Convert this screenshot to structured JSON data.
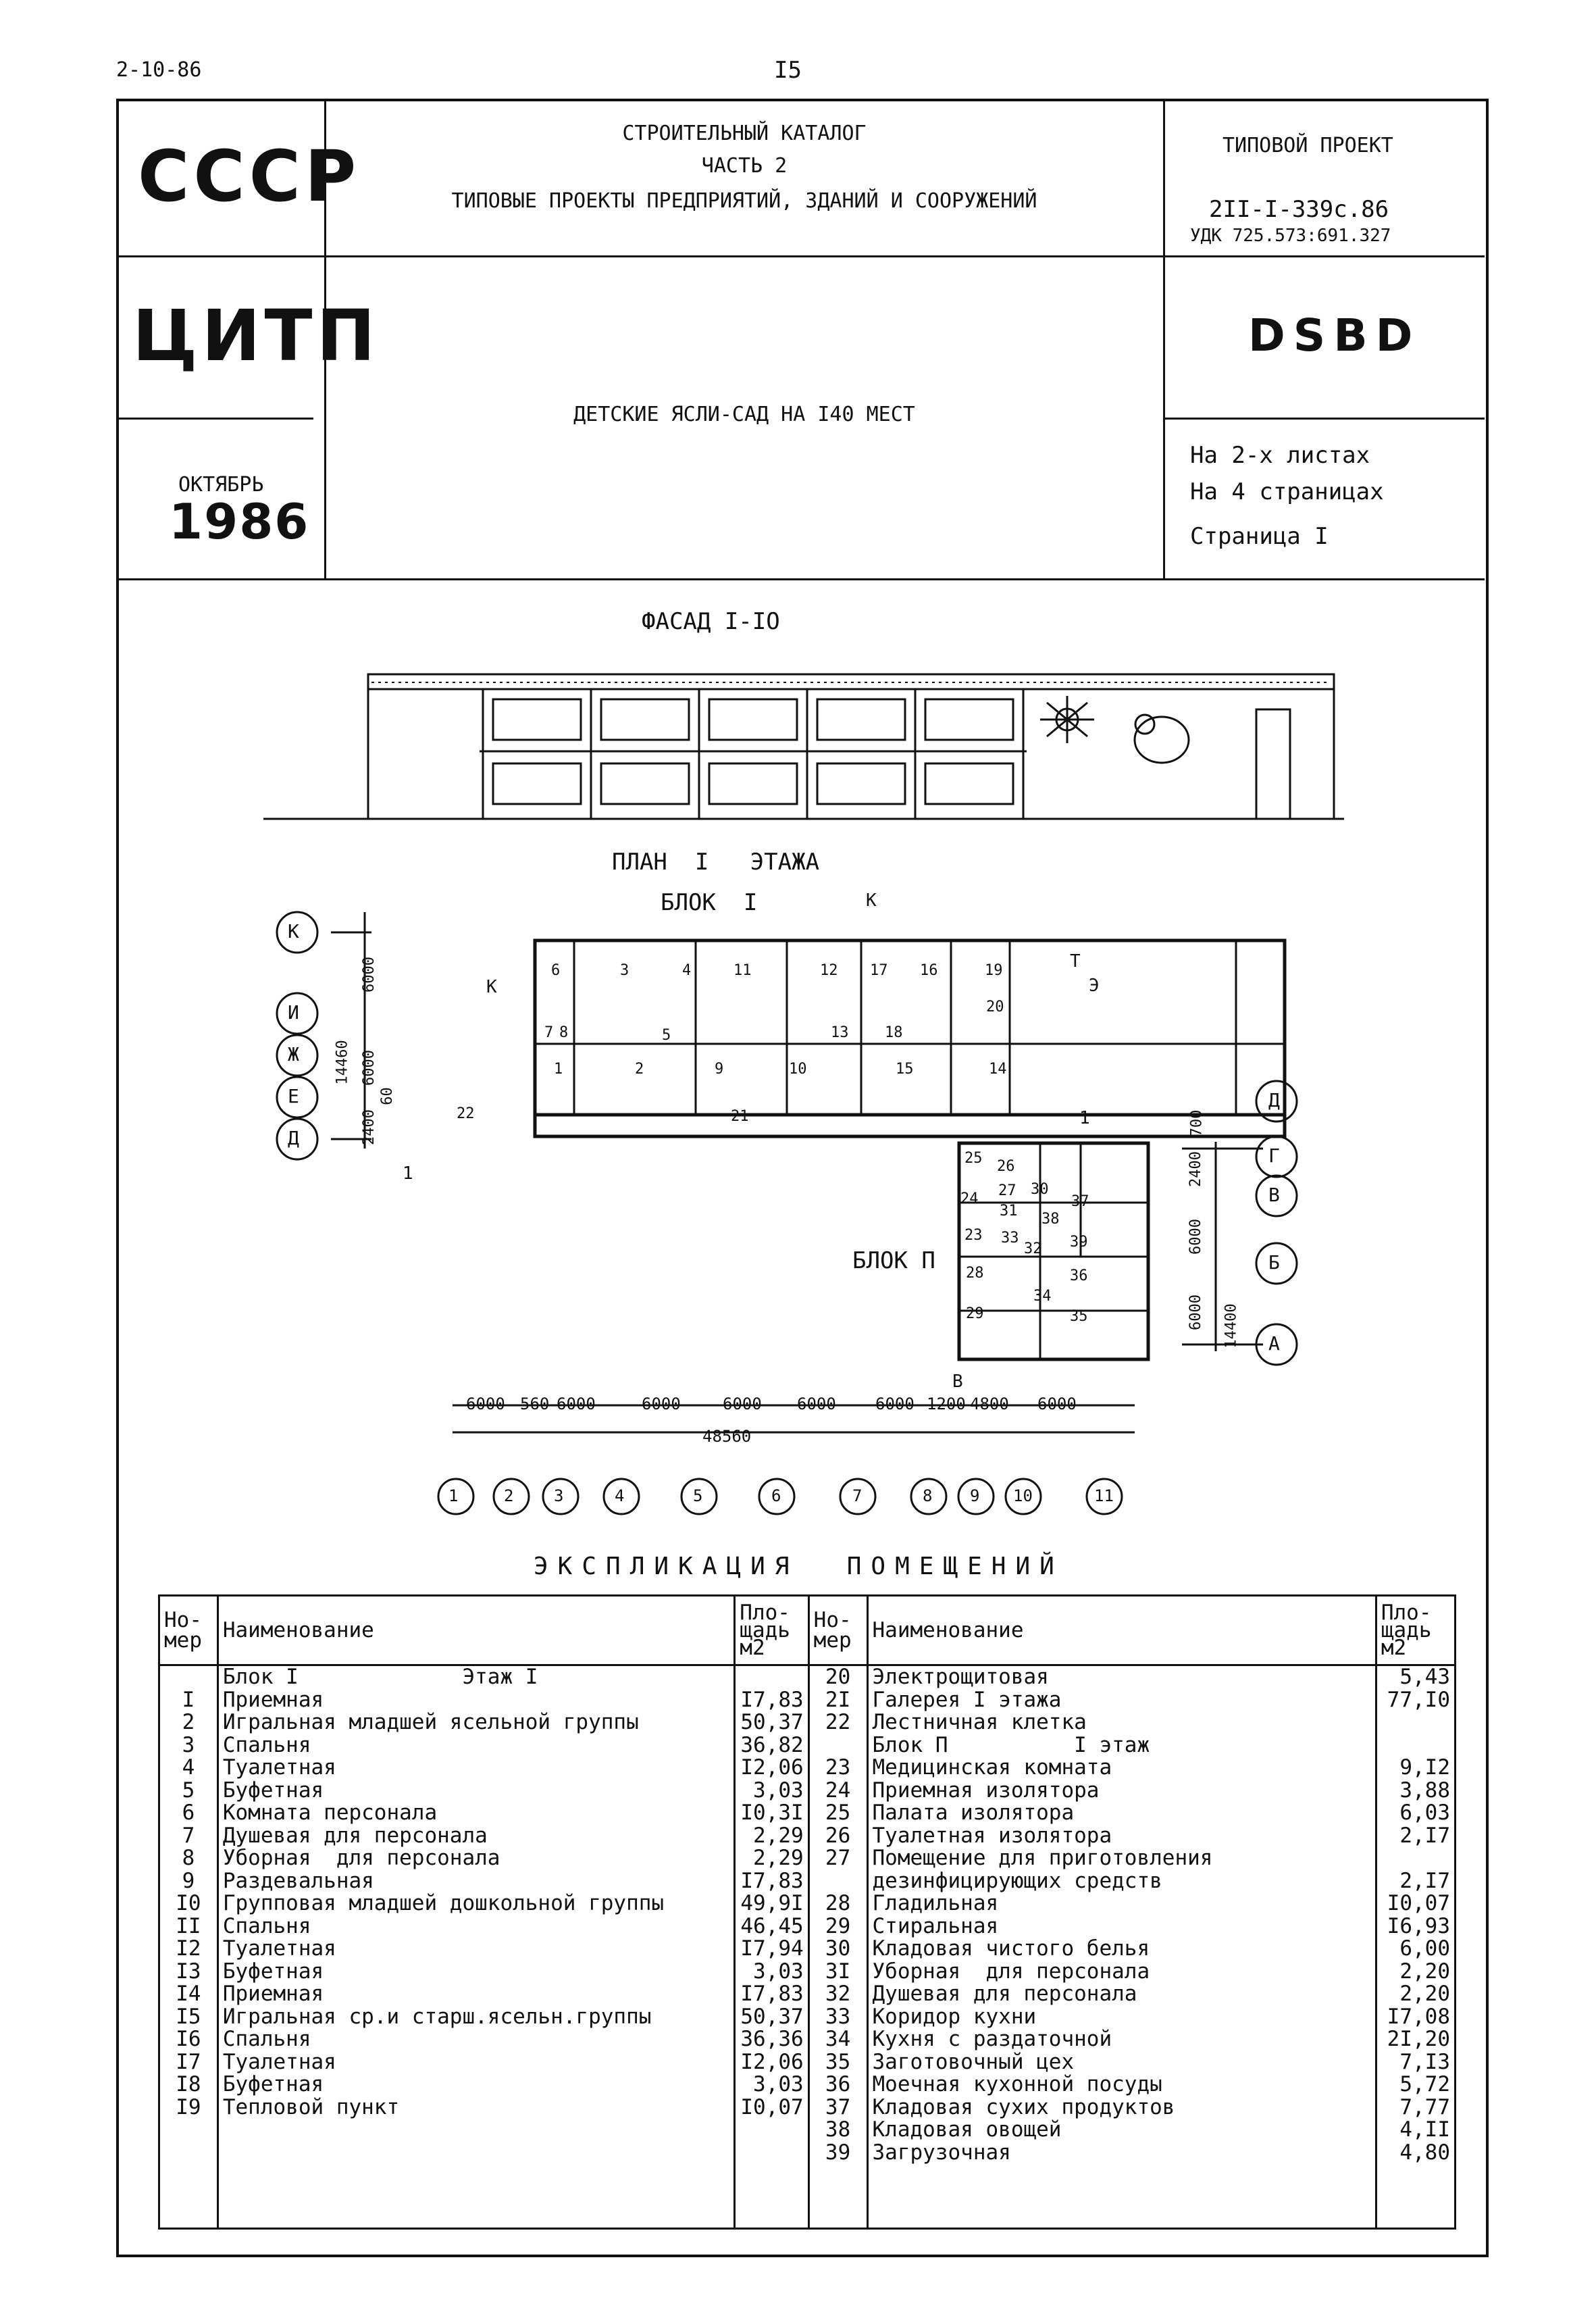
{
  "page": {
    "top_left_code": "2-10-86",
    "page_number": "I5"
  },
  "header": {
    "ussr": "СССР",
    "citp": "ЦИТП",
    "month": "ОКТЯБРЬ",
    "year": "1986",
    "catalog_title": "СТРОИТЕЛЬНЫЙ КАТАЛОГ",
    "catalog_part": "ЧАСТЬ 2",
    "catalog_subtitle": "ТИПОВЫЕ ПРОЕКТЫ ПРЕДПРИЯТИЙ, ЗДАНИЙ И СООРУЖЕНИЙ",
    "project_type_label": "ТИПОВОЙ ПРОЕКТ",
    "project_number": "2II-I-339с.86",
    "udk": "УДК 725.573:691.327",
    "code": "DSBD",
    "project_name": "ДЕТСКИЕ ЯСЛИ-САД НА I40 МЕСТ",
    "sheets": "На 2-х листах",
    "pages": "На 4 страницах",
    "page_label": "Страница I"
  },
  "drawing": {
    "facade_title": "ФАСАД   I-IO",
    "plan_title": "ПЛАН  I   ЭТАЖА",
    "block1_label": "БЛОК  I",
    "block2_label": "БЛОК П",
    "axes_left": [
      "К",
      "И",
      "Ж",
      "Е",
      "Д"
    ],
    "axes_right": [
      "Д",
      "Г",
      "В",
      "Б",
      "А"
    ],
    "axes_bottom": [
      "1",
      "2",
      "3",
      "4",
      "5",
      "6",
      "7",
      "8",
      "9",
      "10",
      "11"
    ],
    "dims_bottom": [
      "6000",
      "560",
      "6000",
      "6000",
      "6000",
      "6000",
      "6000",
      "1200",
      "4800",
      "6000"
    ],
    "dim_total": "48560",
    "dims_left": [
      "6000",
      "14460",
      "6000",
      "60",
      "2400"
    ],
    "dims_right": [
      "700",
      "2400",
      "6000",
      "6000",
      "14400"
    ],
    "markers": [
      "К",
      "К",
      "Т",
      "Э",
      "1",
      "1",
      "В"
    ],
    "room_numbers_block1": [
      "1",
      "2",
      "3",
      "4",
      "5",
      "6",
      "7",
      "8",
      "9",
      "10",
      "11",
      "12",
      "13",
      "14",
      "15",
      "16",
      "17",
      "18",
      "19",
      "20",
      "21",
      "22"
    ],
    "room_numbers_block2": [
      "23",
      "24",
      "25",
      "26",
      "27",
      "28",
      "29",
      "30",
      "31",
      "32",
      "33",
      "34",
      "35",
      "36",
      "37",
      "38",
      "39"
    ]
  },
  "explication": {
    "title": "ЭКСПЛИКАЦИЯ  ПОМЕЩЕНИЙ",
    "col_num": "Но-\nмер",
    "col_name": "Наименование",
    "col_area": "Пло-\nщадь\nм2",
    "left_section": "Блок I             Этаж I",
    "left_rows": [
      {
        "n": "I",
        "name": "Приемная",
        "a": "I7,83"
      },
      {
        "n": "2",
        "name": "Игральная младшей ясельной группы",
        "a": "50,37"
      },
      {
        "n": "3",
        "name": "Спальня",
        "a": "36,82"
      },
      {
        "n": "4",
        "name": "Туалетная",
        "a": "I2,06"
      },
      {
        "n": "5",
        "name": "Буфетная",
        "a": "3,03"
      },
      {
        "n": "6",
        "name": "Комната персонала",
        "a": "I0,3I"
      },
      {
        "n": "7",
        "name": "Душевая для персонала",
        "a": "2,29"
      },
      {
        "n": "8",
        "name": "Уборная  для персонала",
        "a": "2,29"
      },
      {
        "n": "9",
        "name": "Раздевальная",
        "a": "I7,83"
      },
      {
        "n": "I0",
        "name": "Групповая младшей дошкольной группы",
        "a": "49,9I"
      },
      {
        "n": "II",
        "name": "Спальня",
        "a": "46,45"
      },
      {
        "n": "I2",
        "name": "Туалетная",
        "a": "I7,94"
      },
      {
        "n": "I3",
        "name": "Буфетная",
        "a": "3,03"
      },
      {
        "n": "I4",
        "name": "Приемная",
        "a": "I7,83"
      },
      {
        "n": "I5",
        "name": "Игральная ср.и старш.ясельн.группы",
        "a": "50,37"
      },
      {
        "n": "I6",
        "name": "Спальня",
        "a": "36,36"
      },
      {
        "n": "I7",
        "name": "Туалетная",
        "a": "I2,06"
      },
      {
        "n": "I8",
        "name": "Буфетная",
        "a": "3,03"
      },
      {
        "n": "I9",
        "name": "Тепловой пункт",
        "a": "I0,07"
      }
    ],
    "right_rows": [
      {
        "n": "20",
        "name": "Электрощитовая",
        "a": "5,43"
      },
      {
        "n": "2I",
        "name": "Галерея I этажа",
        "a": "77,I0"
      },
      {
        "n": "22",
        "name": "Лестничная клетка",
        "a": ""
      },
      {
        "n": "",
        "name": "Блок П          I этаж",
        "a": ""
      },
      {
        "n": "23",
        "name": "Медицинская комната",
        "a": "9,I2"
      },
      {
        "n": "24",
        "name": "Приемная изолятора",
        "a": "3,88"
      },
      {
        "n": "25",
        "name": "Палата изолятора",
        "a": "6,03"
      },
      {
        "n": "26",
        "name": "Туалетная изолятора",
        "a": "2,I7"
      },
      {
        "n": "27",
        "name": "Помещение для приготовления",
        "a": ""
      },
      {
        "n": "",
        "name": "дезинфицирующих средств",
        "a": "2,I7"
      },
      {
        "n": "28",
        "name": "Гладильная",
        "a": "I0,07"
      },
      {
        "n": "29",
        "name": "Стиральная",
        "a": "I6,93"
      },
      {
        "n": "30",
        "name": "Кладовая чистого белья",
        "a": "6,00"
      },
      {
        "n": "3I",
        "name": "Уборная  для персонала",
        "a": "2,20"
      },
      {
        "n": "32",
        "name": "Душевая для персонала",
        "a": "2,20"
      },
      {
        "n": "33",
        "name": "Коридор кухни",
        "a": "I7,08"
      },
      {
        "n": "34",
        "name": "Кухня с раздаточной",
        "a": "2I,20"
      },
      {
        "n": "35",
        "name": "Заготовочный цех",
        "a": "7,I3"
      },
      {
        "n": "36",
        "name": "Моечная кухонной посуды",
        "a": "5,72"
      },
      {
        "n": "37",
        "name": "Кладовая сухих продуктов",
        "a": "7,77"
      },
      {
        "n": "38",
        "name": "Кладовая овощей",
        "a": "4,II"
      },
      {
        "n": "39",
        "name": "Загрузочная",
        "a": "4,80"
      }
    ]
  }
}
